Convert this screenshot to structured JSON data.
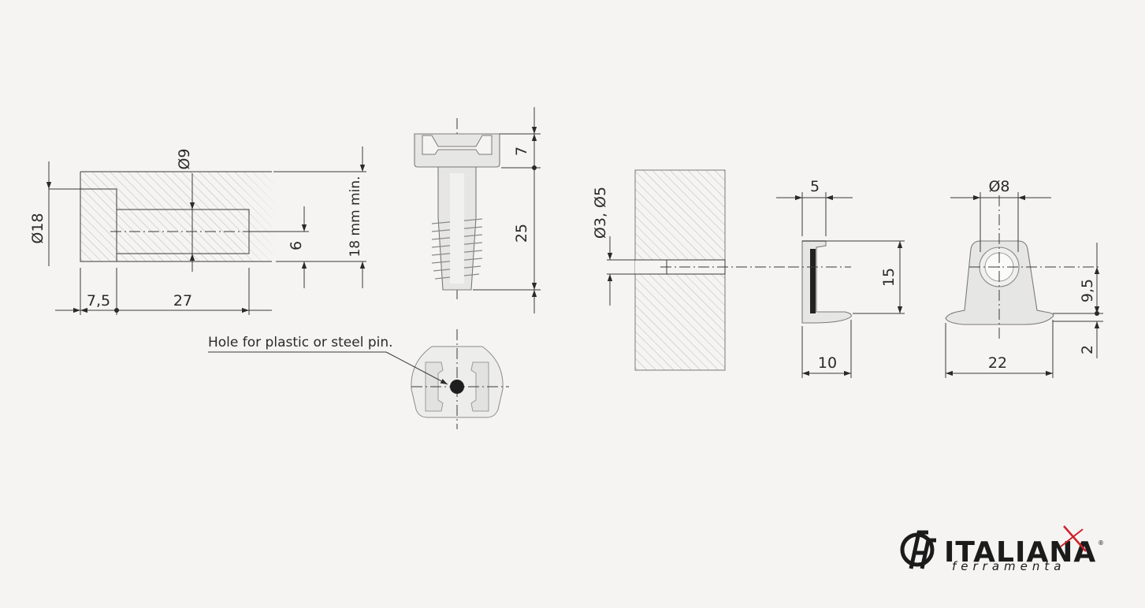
{
  "dimensions": {
    "housing_diameter": "Ø18",
    "hole_diameter": "Ø9",
    "housing_depth_min": "18 mm min.",
    "axis_offset": "6",
    "edge_offset": "7,5",
    "hole_depth": "27",
    "head_height": "7",
    "screw_length": "25",
    "pin_hole_diameter": "Ø3, Ø5",
    "support_width": "5",
    "support_height": "15",
    "support_depth": "10",
    "ring_diameter": "Ø8",
    "center_height": "9,5",
    "base_thickness": "2",
    "base_width": "22"
  },
  "annotations": {
    "pin_hole_note": "Hole for plastic or steel pin."
  },
  "logo": {
    "brand": "ITALIANA",
    "sub": "ferramenta",
    "registered_mark": "®",
    "accent_color": "#d0202a"
  },
  "colors": {
    "background": "#f5f4f2",
    "line": "#3a3a3a",
    "part_fill": "#e6e6e4"
  }
}
